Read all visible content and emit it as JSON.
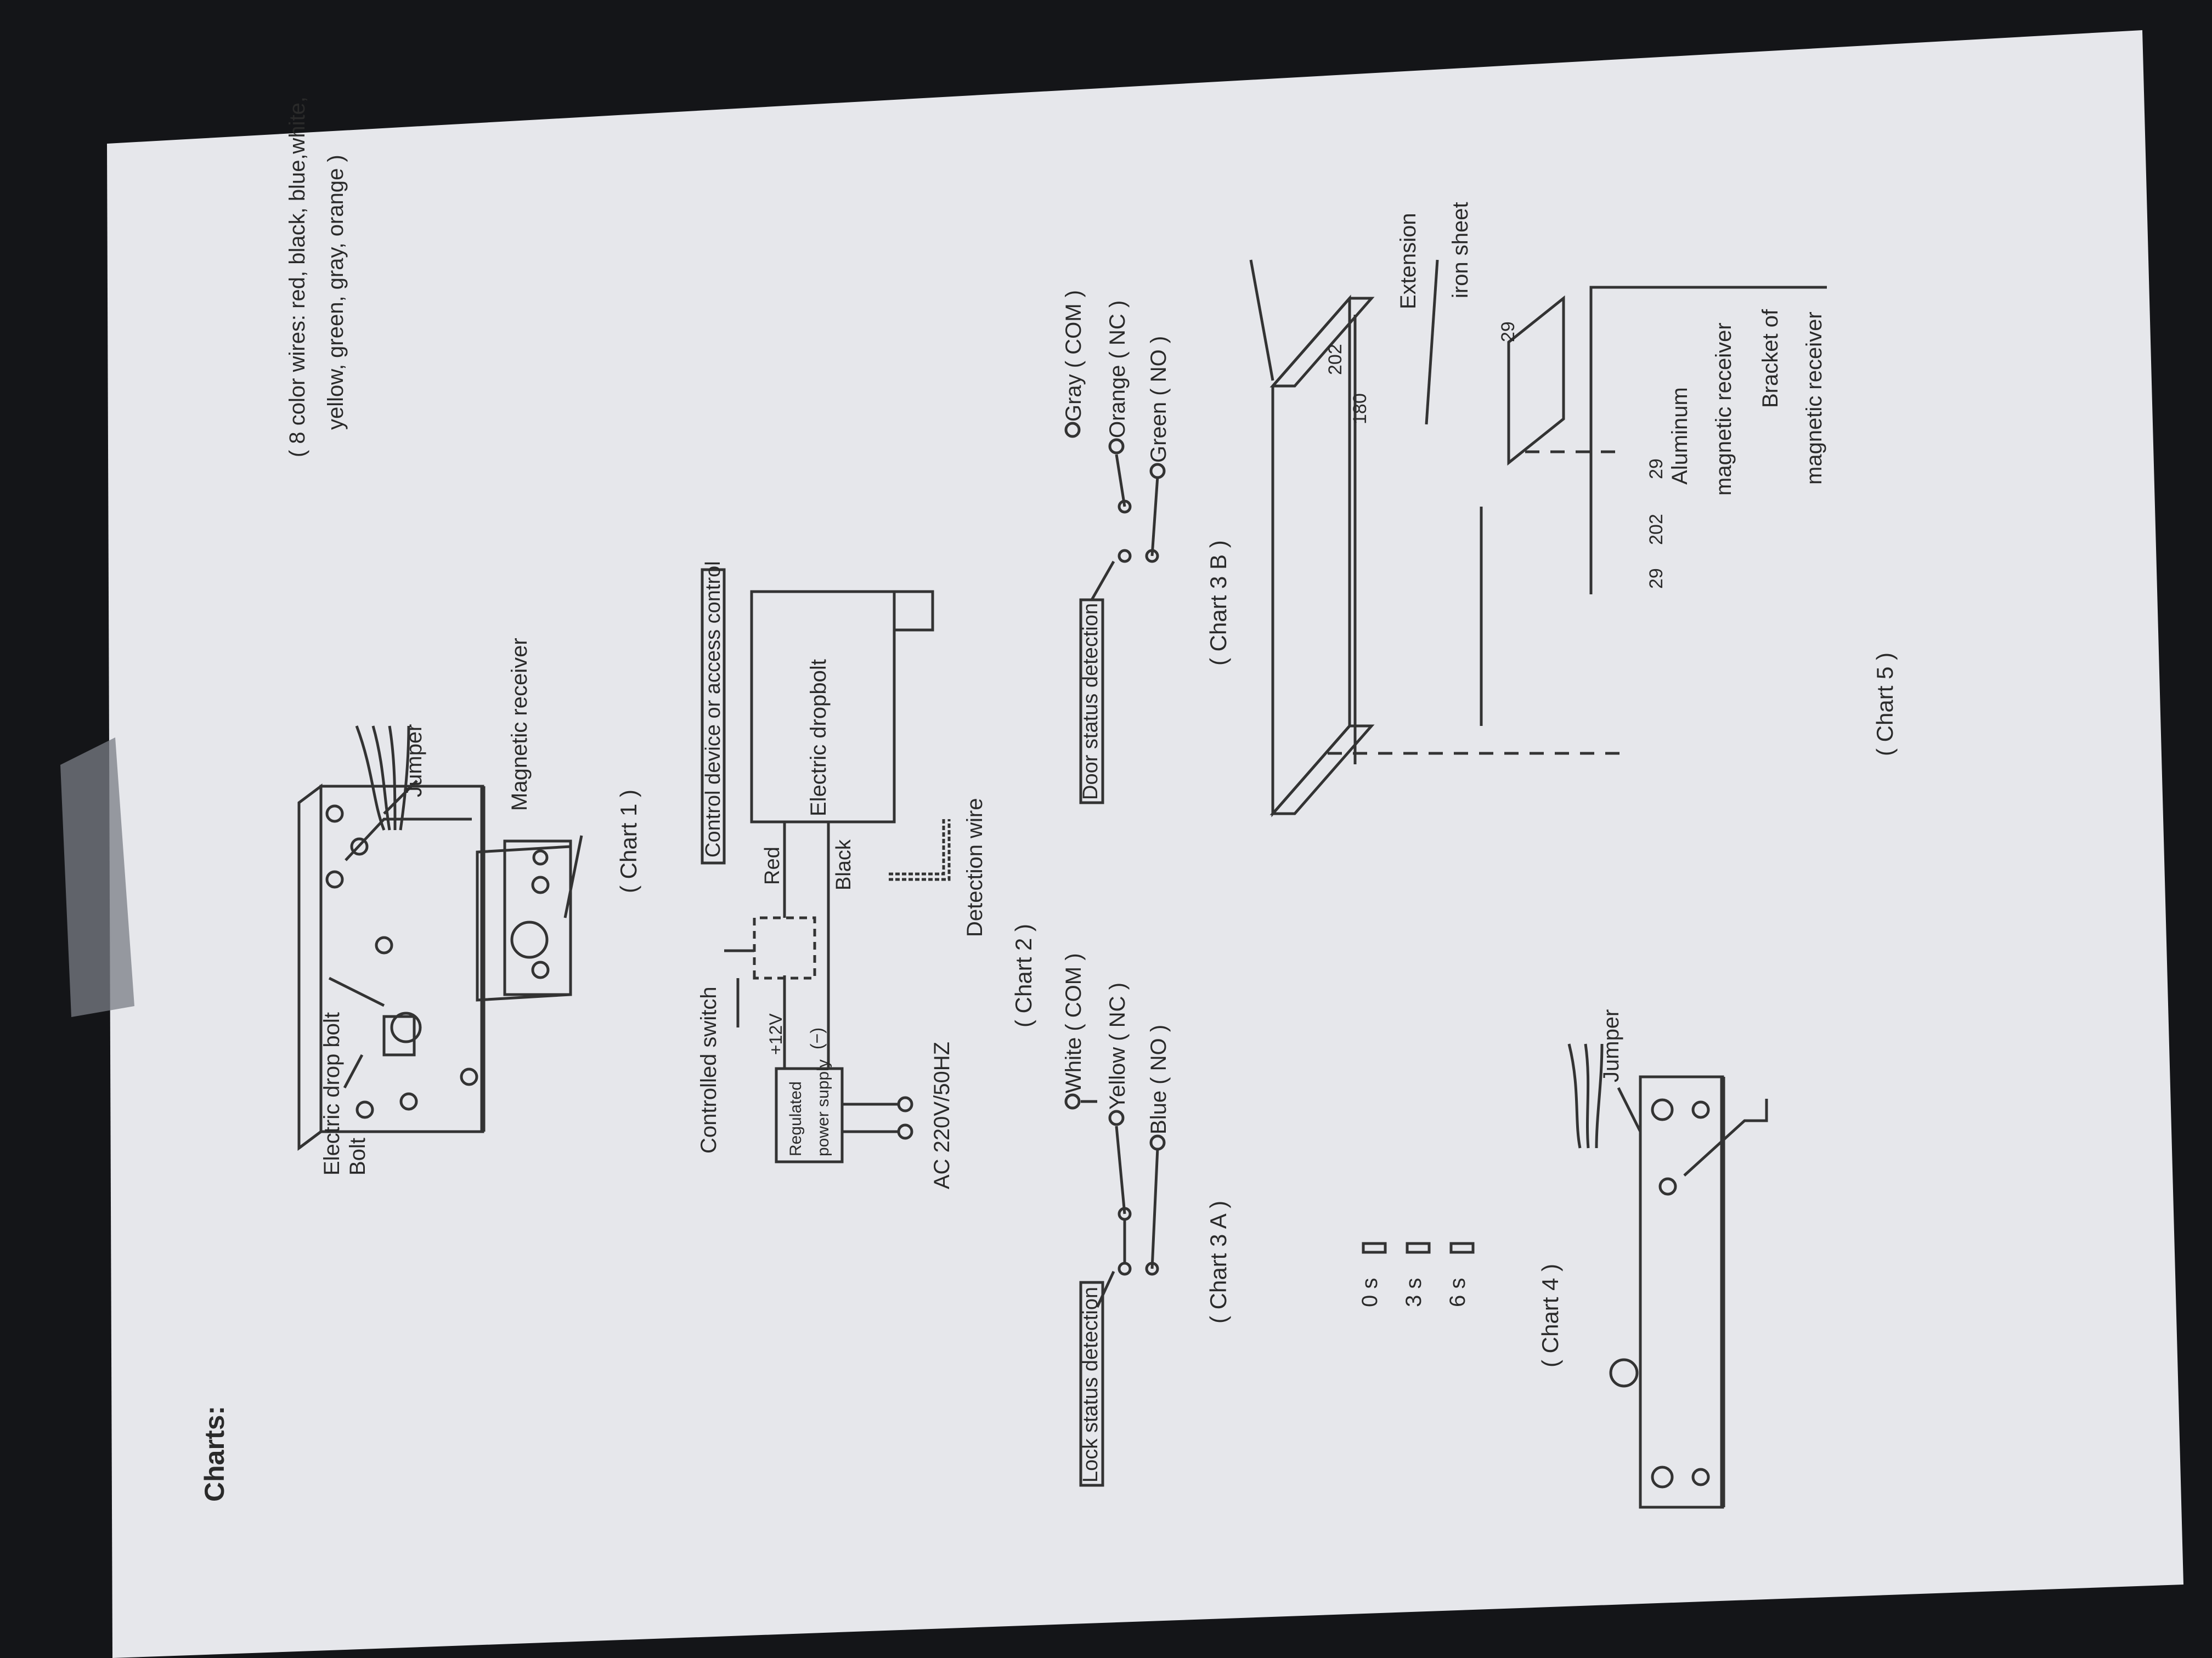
{
  "heading": "Charts:",
  "chart1": {
    "caption": "( Chart 1 )",
    "wires_line1": "( 8 color wires: red, black, blue,white,",
    "wires_line2": "yellow, green, gray, orange )",
    "label_drop_bolt": "Electric drop bolt",
    "label_bolt": "Bolt",
    "label_jumper": "Jumper",
    "label_receiver": "Magnetic receiver"
  },
  "chart2": {
    "caption": "( Chart 2 )",
    "controlled_switch": "Controlled switch",
    "control_device": "Control device or access control",
    "plus12v": "+12V",
    "minus": "(−)",
    "red": "Red",
    "black": "Black",
    "regulated": "Regulated",
    "power_supply": "power supply",
    "electric_dropbolt": "Electric dropbolt",
    "detection_wire": "Detection wire",
    "ac": "AC 220V/50HZ"
  },
  "chart3a": {
    "caption": "( Chart 3 A )",
    "title": "Lock status detection",
    "com": "White ( COM )",
    "nc": "Yellow ( NC )",
    "no": "Blue ( NO )"
  },
  "chart3b": {
    "caption": "( Chart 3 B )",
    "title": "Door status detection",
    "com": "Gray ( COM )",
    "nc": "Orange ( NC )",
    "no": "Green ( NO )"
  },
  "chart4": {
    "caption": "( Chart 4 )",
    "jumper": "Jumper",
    "t0": "0 s",
    "t3": "3 s",
    "t6": "6 s"
  },
  "chart5": {
    "caption": "( Chart 5 )",
    "d180": "180",
    "d202a": "202",
    "d202b": "202",
    "d29a": "29",
    "d29b": "29",
    "d29c": "29",
    "extension1": "Extension",
    "extension2": "iron sheet",
    "aluminum1": "Aluminum",
    "aluminum2": "magnetic receiver",
    "bracket1": "Bracket of",
    "bracket2": "magnetic receiver"
  }
}
